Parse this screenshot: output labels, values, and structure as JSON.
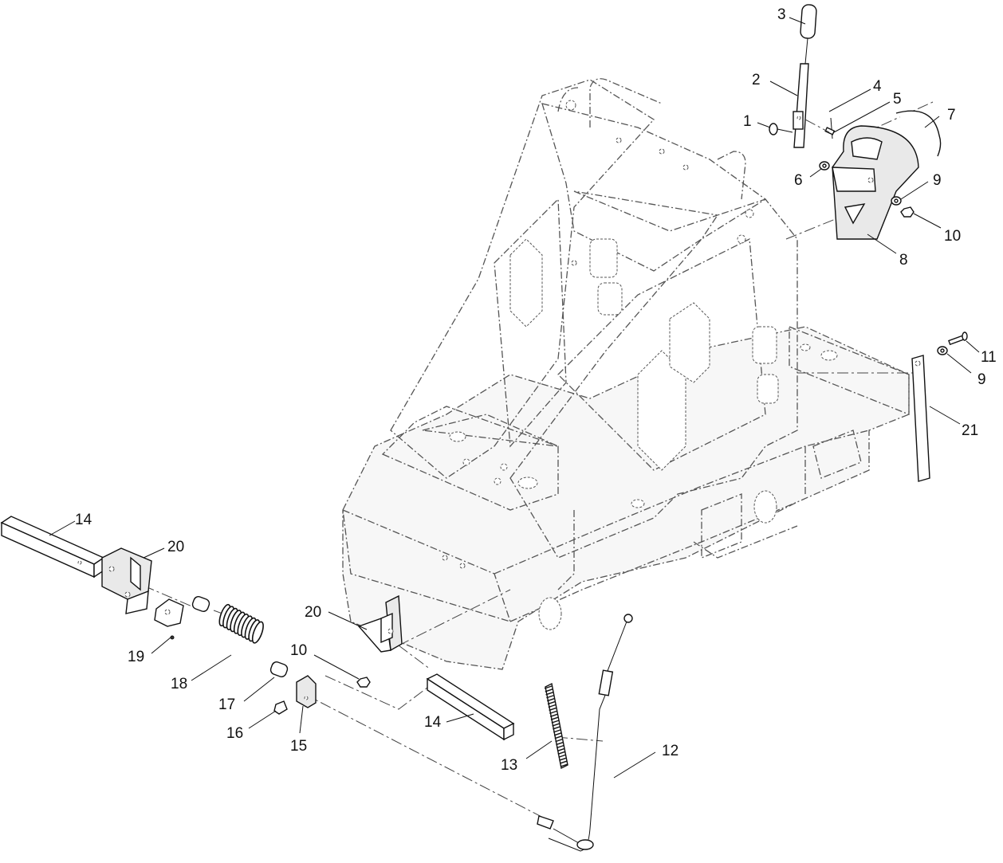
{
  "diagram": {
    "callouts": [
      {
        "id": "c3",
        "text": "3"
      },
      {
        "id": "c2",
        "text": "2"
      },
      {
        "id": "c4",
        "text": "4"
      },
      {
        "id": "c5",
        "text": "5"
      },
      {
        "id": "c1",
        "text": "1"
      },
      {
        "id": "c7",
        "text": "7"
      },
      {
        "id": "c6",
        "text": "6"
      },
      {
        "id": "c9a",
        "text": "9"
      },
      {
        "id": "c10a",
        "text": "10"
      },
      {
        "id": "c8",
        "text": "8"
      },
      {
        "id": "c11",
        "text": "11"
      },
      {
        "id": "c9b",
        "text": "9"
      },
      {
        "id": "c21",
        "text": "21"
      },
      {
        "id": "c14a",
        "text": "14"
      },
      {
        "id": "c20a",
        "text": "20"
      },
      {
        "id": "c19",
        "text": "19"
      },
      {
        "id": "c18",
        "text": "18"
      },
      {
        "id": "c20b",
        "text": "20"
      },
      {
        "id": "c10b",
        "text": "10"
      },
      {
        "id": "c17",
        "text": "17"
      },
      {
        "id": "c16",
        "text": "16"
      },
      {
        "id": "c15",
        "text": "15"
      },
      {
        "id": "c14b",
        "text": "14"
      },
      {
        "id": "c13",
        "text": "13"
      },
      {
        "id": "c12",
        "text": "12"
      }
    ]
  }
}
